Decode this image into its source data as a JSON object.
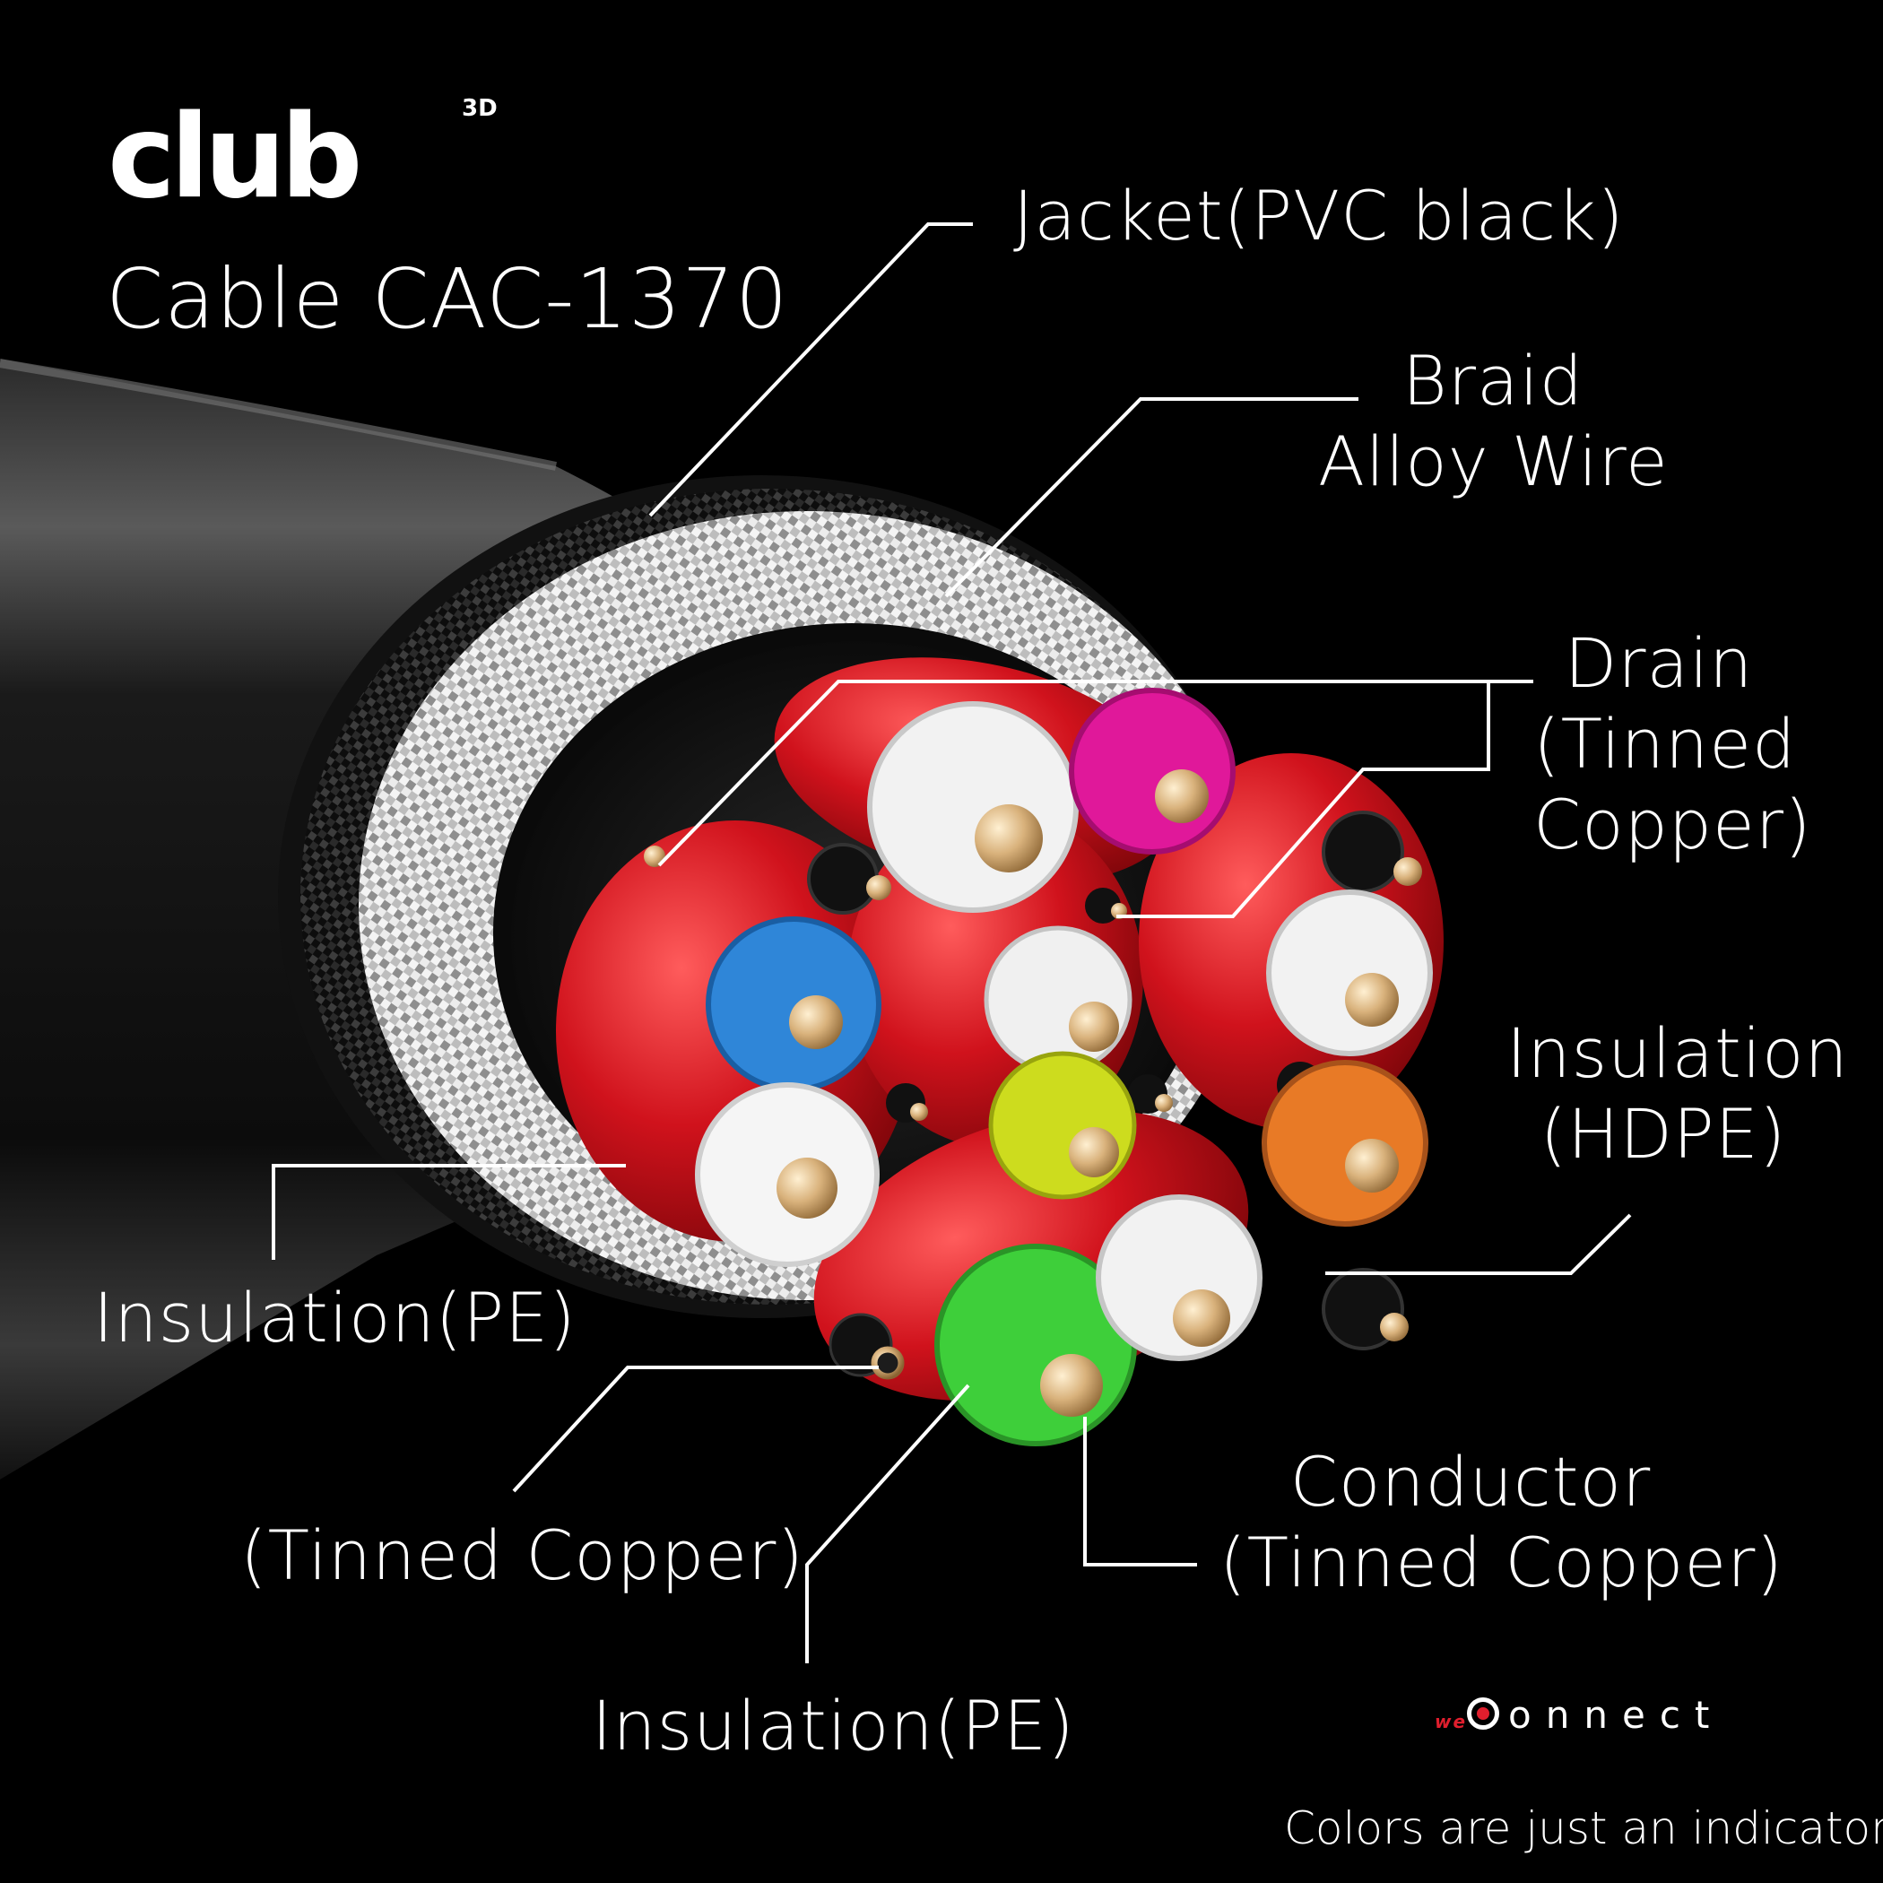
{
  "brand": {
    "logo_text": "club",
    "logo_superscript": "3D",
    "product_title": "Cable CAC-1370",
    "sub_brand_prefix": "we",
    "sub_brand": "onnect",
    "footnote": "Colors are just an indicator"
  },
  "callouts": {
    "jacket": "Jacket(PVC black)",
    "braid_line1": "Braid",
    "braid_line2": "Alloy Wire",
    "drain_line1": "Drain",
    "drain_line2": "(Tinned",
    "drain_line3": "Copper)",
    "insulation_hdpe_line1": "Insulation",
    "insulation_hdpe_line2": "(HDPE)",
    "insulation_pe_left": "Insulation(PE)",
    "tinned_copper_left": "(Tinned Copper)",
    "insulation_pe_bottom": "Insulation(PE)",
    "conductor_line1": "Conductor",
    "conductor_line2": "(Tinned Copper)"
  },
  "colors": {
    "background": "#000000",
    "jacket": "#151515",
    "braid": "#d9d9d9",
    "shield": "#d0121c",
    "conductor": "#d9b27c",
    "accent": "#e01e2d",
    "wire_colors": [
      "#f2f2f2",
      "#e0189a",
      "#2f86d8",
      "#f5f5f5",
      "#f0f0f0",
      "#cddc1e",
      "#e87a26",
      "#f2f2f2",
      "#3ecf3a",
      "#f2f2f2"
    ]
  }
}
